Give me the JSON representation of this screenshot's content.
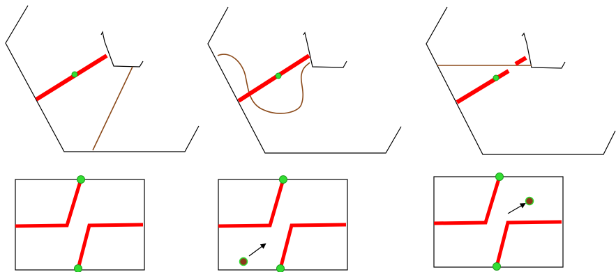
{
  "colors": {
    "background": "#ffffff",
    "outline": "#000000",
    "cut_line": "#ff0000",
    "curve": "#8b4a1a",
    "node": "#33dd33",
    "node_stroke": "#1a9a1a",
    "moving_node": "#8a3a1a",
    "arrow": "#000000"
  },
  "panels": {
    "top": [
      {
        "name": "top-panel-1",
        "cut": "straight",
        "path": "straight-line"
      },
      {
        "name": "top-panel-2",
        "cut": "straight",
        "path": "curved-loop"
      },
      {
        "name": "top-panel-3",
        "cut": "split",
        "path": "horizontal-line"
      }
    ],
    "bottom": [
      {
        "name": "bottom-panel-1",
        "nodes": 2,
        "moving_node": false
      },
      {
        "name": "bottom-panel-2",
        "nodes": 2,
        "moving_node": true,
        "arrow": "up-right"
      },
      {
        "name": "bottom-panel-3",
        "nodes": 2,
        "moving_node": true,
        "arrow": "up-right"
      }
    ]
  }
}
